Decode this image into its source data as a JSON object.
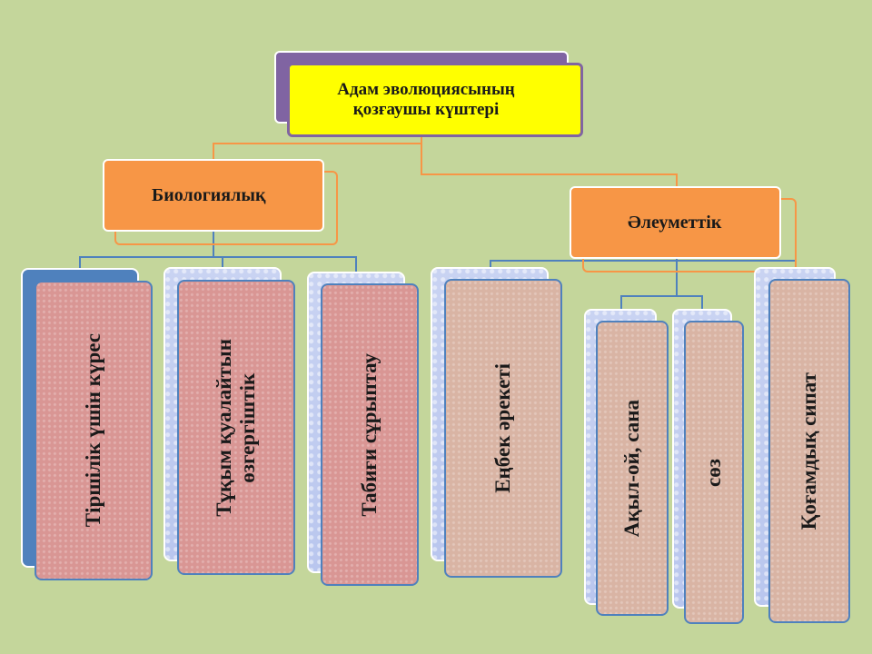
{
  "diagram": {
    "root": {
      "label_line1": "Адам эволюциясының",
      "label_line2": "қозғаушы күштері"
    },
    "categories": [
      {
        "label": "Биологиялық",
        "children": [
          {
            "label_line1": "Тіршілік үшін күрес",
            "label_line2": ""
          },
          {
            "label_line1": "Тұқым қуалайтын",
            "label_line2": "өзгергіштік"
          },
          {
            "label_line1": "Табиғи сұрыптау",
            "label_line2": ""
          }
        ]
      },
      {
        "label": "Әлеуметтік",
        "children": [
          {
            "label_line1": "Еңбек әрекеті",
            "label_line2": ""
          },
          {
            "label_line1": "Ақыл-ой, сана",
            "label_line2": ""
          },
          {
            "label_line1": "сөз",
            "label_line2": ""
          },
          {
            "label_line1": "Қоғамдық сипат",
            "label_line2": ""
          }
        ]
      }
    ],
    "colors": {
      "background": "#c4d69b",
      "root_fill": "#ffff00",
      "root_accent": "#8064a2",
      "category_fill": "#f79646",
      "connector_orange": "#f79646",
      "connector_blue": "#4f81bd",
      "leaf_biological": "#d99694",
      "leaf_social": "#d9b4a4"
    }
  }
}
